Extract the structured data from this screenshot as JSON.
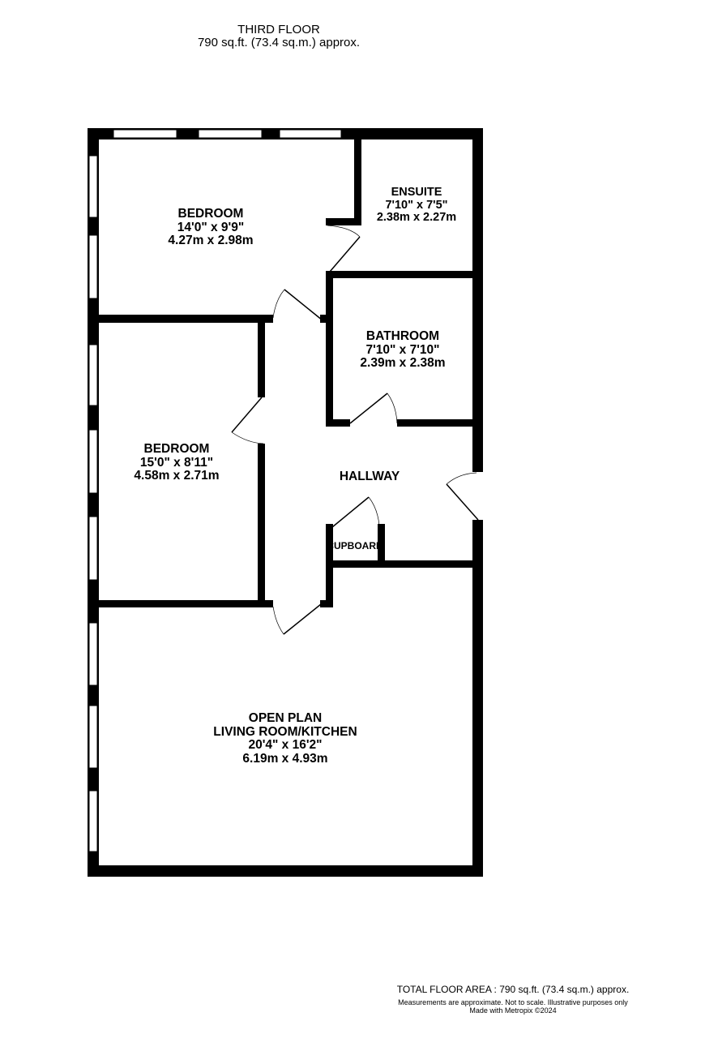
{
  "header": {
    "floor": "THIRD FLOOR",
    "area": "790 sq.ft. (73.4 sq.m.) approx."
  },
  "rooms": [
    {
      "name": "BEDROOM",
      "imperial": "14'0\"  x 9'9\"",
      "metric": "4.27m  x 2.98m"
    },
    {
      "name": "ENSUITE",
      "imperial": "7'10\"  x 7'5\"",
      "metric": "2.38m  x 2.27m"
    },
    {
      "name": "BATHROOM",
      "imperial": "7'10\"  x 7'10\"",
      "metric": "2.39m  x 2.38m"
    },
    {
      "name": "BEDROOM",
      "imperial": "15'0\"  x 8'11\"",
      "metric": "4.58m  x 2.71m"
    },
    {
      "name": "HALLWAY"
    },
    {
      "name": "CUPBOARD"
    },
    {
      "name": "OPEN PLAN",
      "name2": "LIVING ROOM/KITCHEN",
      "imperial": "20'4\"  x 16'2\"",
      "metric": "6.19m  x 4.93m"
    }
  ],
  "footer": {
    "total": "TOTAL FLOOR AREA : 790 sq.ft. (73.4 sq.m.) approx.",
    "disclaimer": "Measurements are approximate.  Not to scale.  Illustrative purposes only",
    "credit": "Made with Metropix ©2024"
  }
}
